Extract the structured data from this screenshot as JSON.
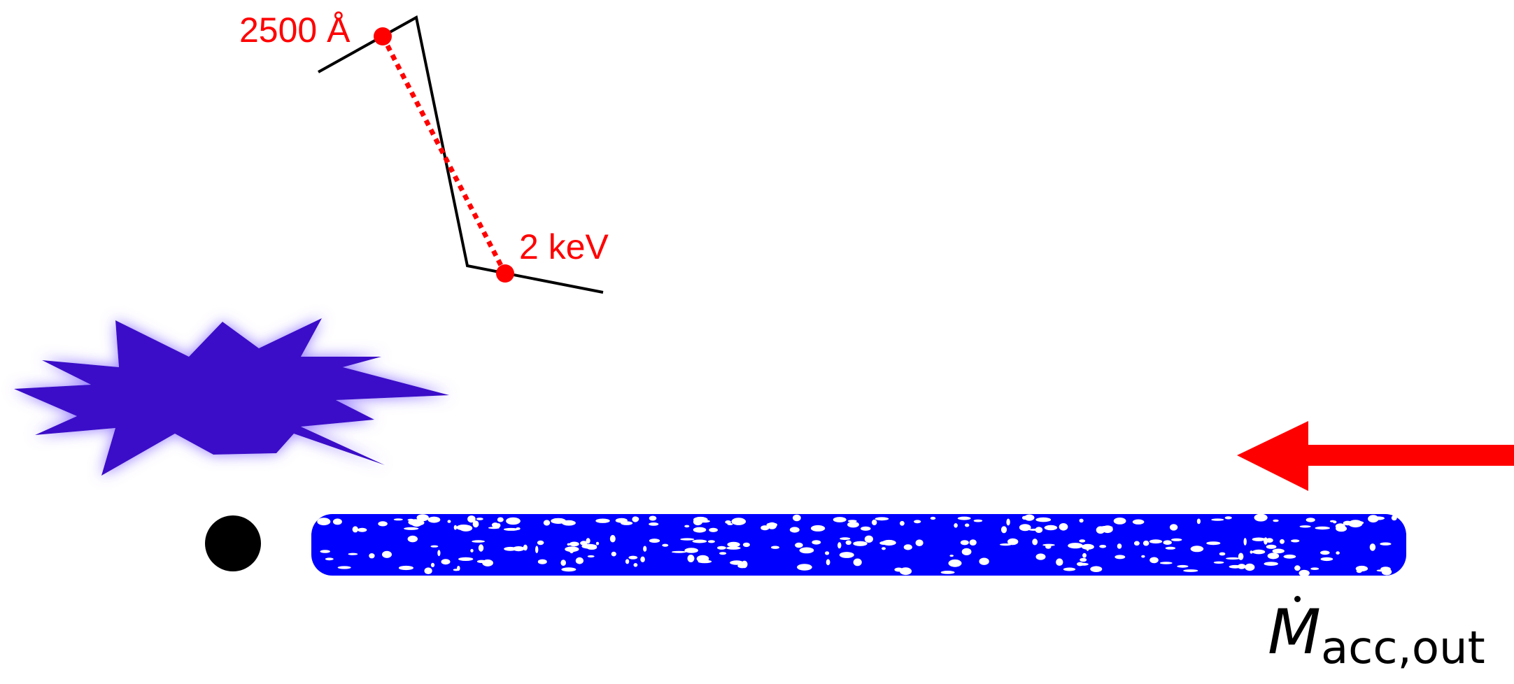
{
  "sed_labels": {
    "uv_label": "2500 Å",
    "xray_label": "2 keV"
  },
  "disk_label": {
    "symbol": "M",
    "subscript": "acc,out"
  },
  "colors": {
    "sed_line": "#000000",
    "sed_points": "#ff0000",
    "corona": "#3a10c8",
    "disk": "#0000ff",
    "inflow_arrow": "#ff0000",
    "black_hole": "#000000"
  },
  "icons": [
    "black-hole-icon",
    "corona-star-icon",
    "accretion-disk-icon",
    "inflow-arrow-icon"
  ]
}
